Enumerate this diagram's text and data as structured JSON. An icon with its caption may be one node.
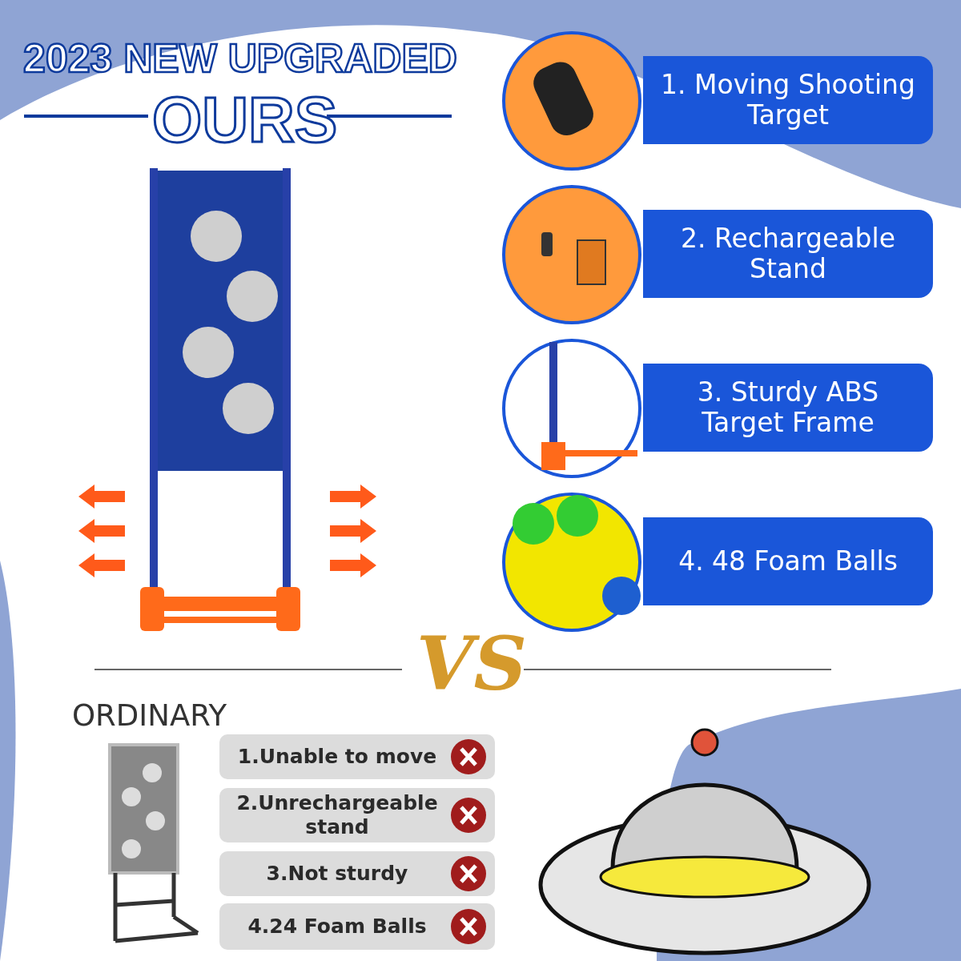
{
  "diagram": {
    "title": "2023 NEW UPGRADED",
    "nodes": [
      {
        "text": [
          "1. Moving Shooting Target"
        ]
      },
      {
        "text": [
          "2. Rechargeable Stand"
        ]
      },
      {
        "text": [
          "3. Sturdy ABS Target Frame"
        ]
      },
      {
        "text": [
          "4. 48 Foam Balls"
        ]
      },
      {
        "text": [
          "1.Unable to move"
        ]
      },
      {
        "text": [
          "2.Unrechargeable stand"
        ]
      },
      {
        "text": [
          "3.Not sturdy"
        ]
      },
      {
        "text": [
          "4.24 Foam Balls"
        ]
      }
    ],
    "labels": [
      "OURS",
      "VS",
      "ORDINARY"
    ]
  }
}
